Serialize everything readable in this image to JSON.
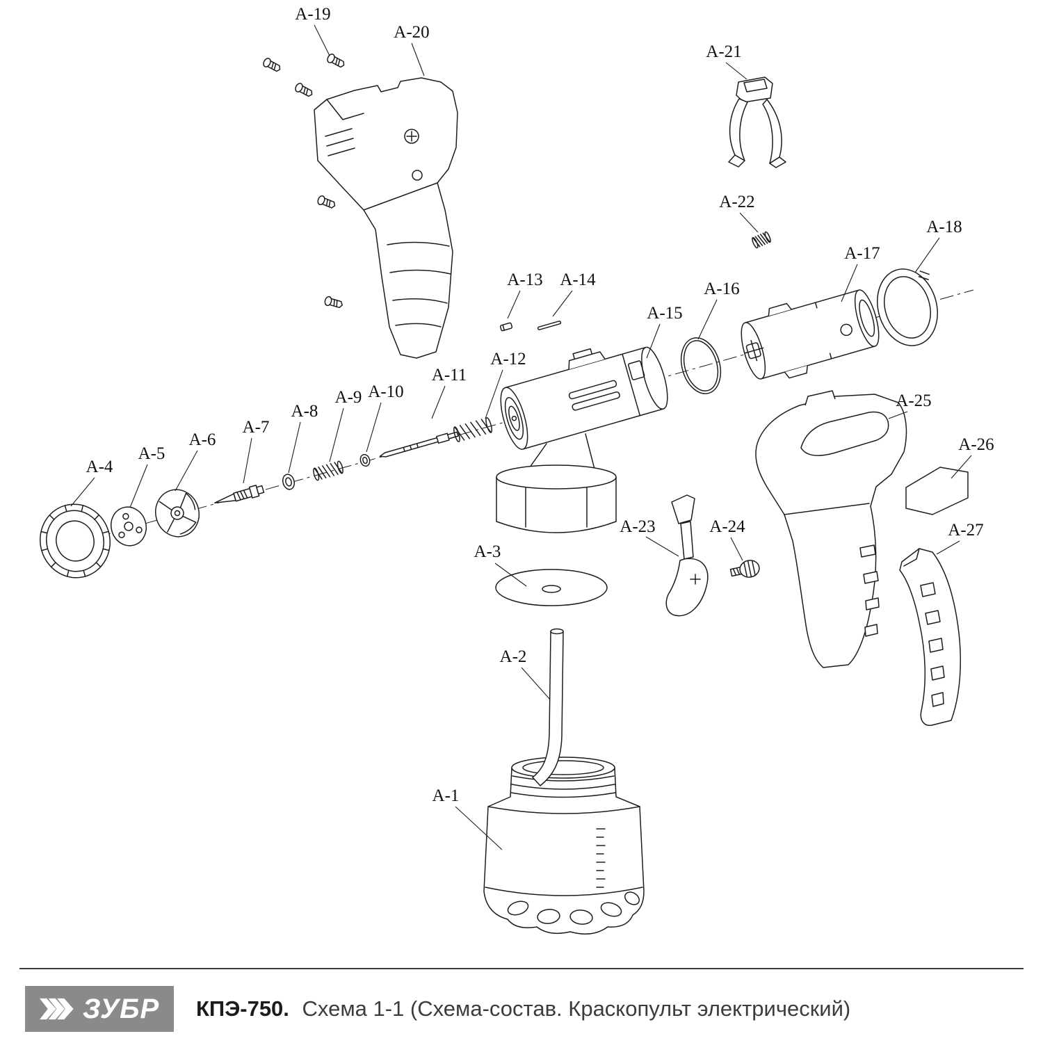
{
  "diagram": {
    "parts": [
      {
        "id": "A-1"
      },
      {
        "id": "A-2"
      },
      {
        "id": "A-3"
      },
      {
        "id": "A-4"
      },
      {
        "id": "A-5"
      },
      {
        "id": "A-6"
      },
      {
        "id": "A-7"
      },
      {
        "id": "A-8"
      },
      {
        "id": "A-9"
      },
      {
        "id": "A-10"
      },
      {
        "id": "A-11"
      },
      {
        "id": "A-12"
      },
      {
        "id": "A-13"
      },
      {
        "id": "A-14"
      },
      {
        "id": "A-15"
      },
      {
        "id": "A-16"
      },
      {
        "id": "A-17"
      },
      {
        "id": "A-18"
      },
      {
        "id": "A-19"
      },
      {
        "id": "A-20"
      },
      {
        "id": "A-21"
      },
      {
        "id": "A-22"
      },
      {
        "id": "A-23"
      },
      {
        "id": "A-24"
      },
      {
        "id": "A-25"
      },
      {
        "id": "A-26"
      },
      {
        "id": "A-27"
      }
    ]
  },
  "footer": {
    "brand": "ЗУБР",
    "brand_icon": "triple-chevron-arrow-icon",
    "model": "КПЭ-750.",
    "subtitle": "Схема 1-1 (Схема-состав. Краскопульт электрический)"
  },
  "colors": {
    "line": "#1c1c1c",
    "logo_background": "#8a8a8a",
    "logo_text": "#ffffff",
    "caption_model_text": "#1b1b1b",
    "caption_text": "#3c3c3c"
  }
}
